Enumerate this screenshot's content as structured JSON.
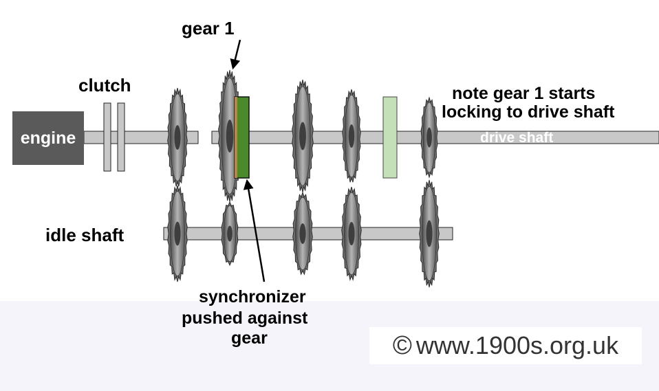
{
  "labels": {
    "gear1": "gear 1",
    "clutch": "clutch",
    "engine": "engine",
    "idle_shaft": "idle shaft",
    "drive_shaft": "drive shaft",
    "note_line1": "note gear 1 starts",
    "note_line2": "locking to drive shaft",
    "sync_line1": "synchronizer",
    "sync_line2": "pushed against",
    "sync_line3": "gear"
  },
  "credit": {
    "symbol": "©",
    "text": "www.1900s.org.uk"
  },
  "colors": {
    "shaft": "#c8c8c8",
    "engine": "#5a5a5a",
    "active_synchronizer": "#4a8a2a",
    "active_synchronizer_edge": "#b8864a",
    "idle_synchronizer": "#c4e0b8",
    "gear": "#8a8a8a",
    "background_lower": "#f4f4fa"
  }
}
